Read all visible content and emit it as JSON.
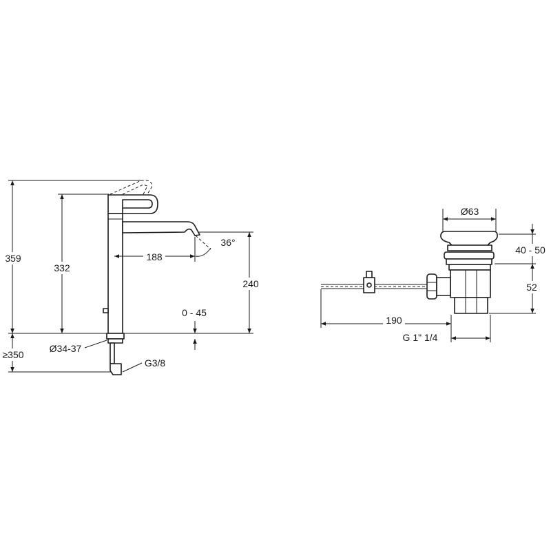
{
  "faucet": {
    "height_total": "359",
    "height_lever": "332",
    "spout_reach": "188",
    "swivel_angle": "36°",
    "spout_height": "240",
    "deck_thickness": "0 - 45",
    "hole_diameter": "Ø34-37",
    "inlet_thread": "G3/8",
    "min_length": "≥350"
  },
  "drain": {
    "plug_diameter": "Ø63",
    "plug_height": "40 - 50",
    "body_height": "52",
    "rod_length": "190",
    "thread": "G 1\" 1/4"
  }
}
